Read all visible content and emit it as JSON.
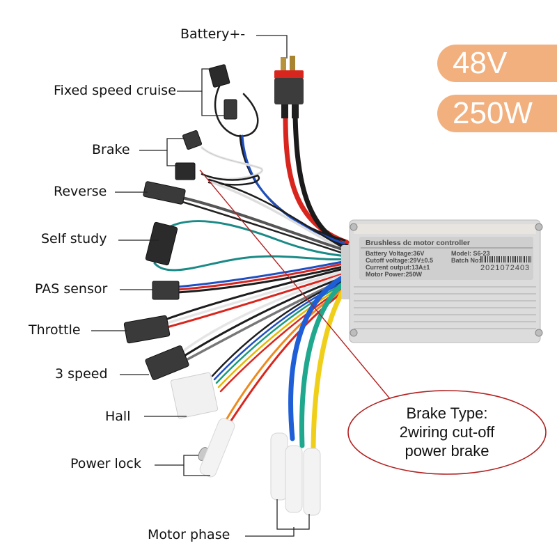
{
  "badges": {
    "voltage": "48V",
    "power": "250W",
    "color": "#f2b07e"
  },
  "labels": {
    "battery": "Battery+-",
    "cruise": "Fixed speed cruise",
    "brake": "Brake",
    "reverse": "Reverse",
    "self_study": "Self study",
    "pas": "PAS sensor",
    "throttle": "Throttle",
    "three_speed": "3 speed",
    "hall": "Hall",
    "power_lock": "Power lock",
    "motor_phase": "Motor phase"
  },
  "controller": {
    "title": "Brushless dc motor controller",
    "battery_voltage": "Battery Voltage:36V",
    "cutoff_voltage": "Cutoff voltage:29V±0.5",
    "current_output": "Current output:13A±1",
    "motor_power": "Motor Power:250W",
    "model": "Model:  S6-23",
    "batch_label": "Batch No:",
    "batch_number": "2021072403"
  },
  "callout": {
    "line1": "Brake Type:",
    "line2": "2wiring cut-off",
    "line3": "power brake",
    "color": "#b22222"
  }
}
